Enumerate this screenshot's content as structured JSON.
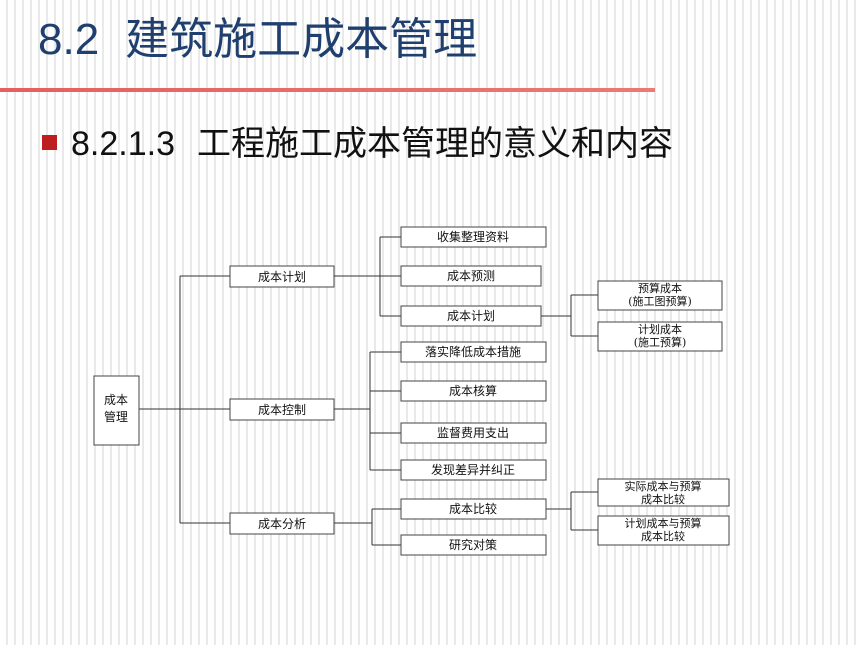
{
  "title": {
    "number": "8.2",
    "text": "建筑施工成本管理"
  },
  "subtitle": {
    "number": "8.2.1.3",
    "text": "工程施工成本管理的意义和内容"
  },
  "diagram": {
    "root": [
      "成本",
      "管理"
    ],
    "plan": "成本计划",
    "plan_items": [
      "收集整理资料",
      "成本预测",
      "成本计划"
    ],
    "plan_sub": [
      [
        "预算成本",
        "(施工图预算)"
      ],
      [
        "计划成本",
        "(施工预算)"
      ]
    ],
    "control": "成本控制",
    "control_items": [
      "落实降低成本措施",
      "成本核算",
      "监督费用支出",
      "发现差异并纠正"
    ],
    "analysis": "成本分析",
    "analysis_items": [
      "成本比较",
      "研究对策"
    ],
    "analysis_sub": [
      [
        "实际成本与预算",
        "成本比较"
      ],
      [
        "计划成本与预算",
        "成本比较"
      ]
    ]
  }
}
